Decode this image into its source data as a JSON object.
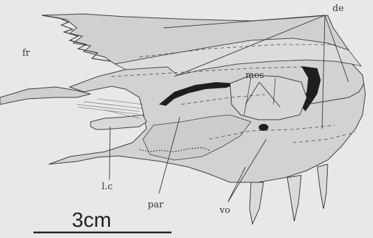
{
  "labels": {
    "fr": "fr",
    "de": "de",
    "mes": "mes",
    "lc": "l.c",
    "par": "par",
    "vo": "vo"
  },
  "scale_bar": {
    "text": "3cm"
  },
  "colors": {
    "background": "#e8e8e8",
    "bone_fill": "#d2d2d2",
    "bone_light": "#dcdcdc",
    "outline": "#3a3a3a",
    "dark_cavity": "#1e1e1e"
  }
}
